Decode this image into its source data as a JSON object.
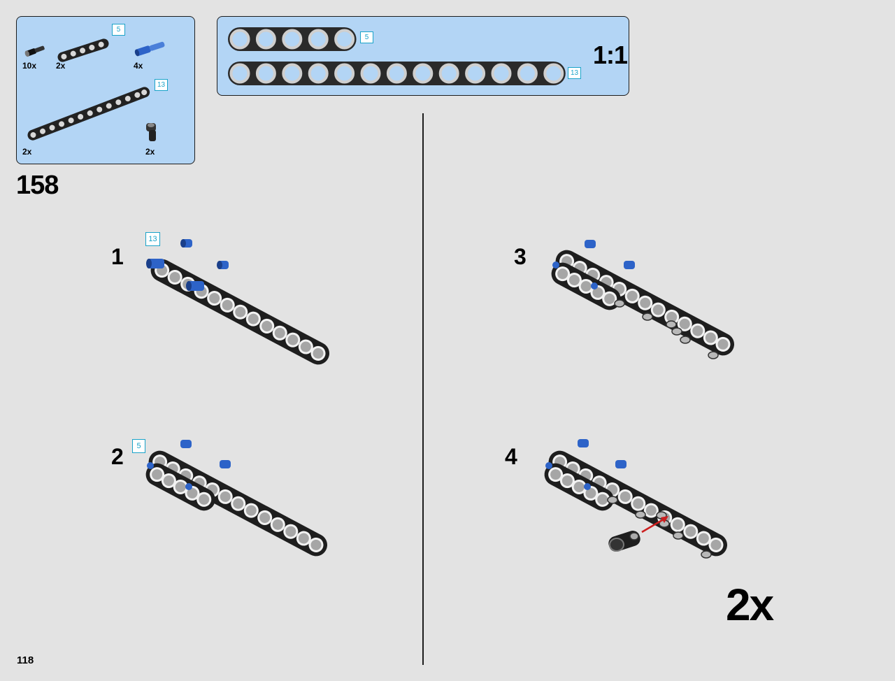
{
  "step": {
    "number": "158"
  },
  "parts_list": [
    {
      "icon": "black-axle-pin-icon",
      "count": "10x"
    },
    {
      "icon": "beam-5-icon",
      "count": "2x",
      "length": "5"
    },
    {
      "icon": "blue-axle-pin-icon",
      "count": "4x"
    },
    {
      "icon": "beam-13-icon",
      "count": "2x",
      "length": "13"
    },
    {
      "icon": "angle-connector-icon",
      "count": "2x"
    }
  ],
  "scale_panel": {
    "label": "1:1",
    "beams": [
      {
        "length": "5",
        "holes": 5
      },
      {
        "length": "13",
        "holes": 13
      }
    ]
  },
  "substeps": [
    {
      "number": "1",
      "callout": "13"
    },
    {
      "number": "2",
      "callout": "5"
    },
    {
      "number": "3"
    },
    {
      "number": "4"
    }
  ],
  "multiplier": "2x",
  "page": {
    "number": "118"
  },
  "colors": {
    "panel_background": "#b3d5f5",
    "beam": "#222222",
    "pin_blue": "#2d63c8",
    "pin_gray": "#9a9a9a",
    "arrow": "#cc1f1f",
    "callout": "#1aa3c9"
  }
}
